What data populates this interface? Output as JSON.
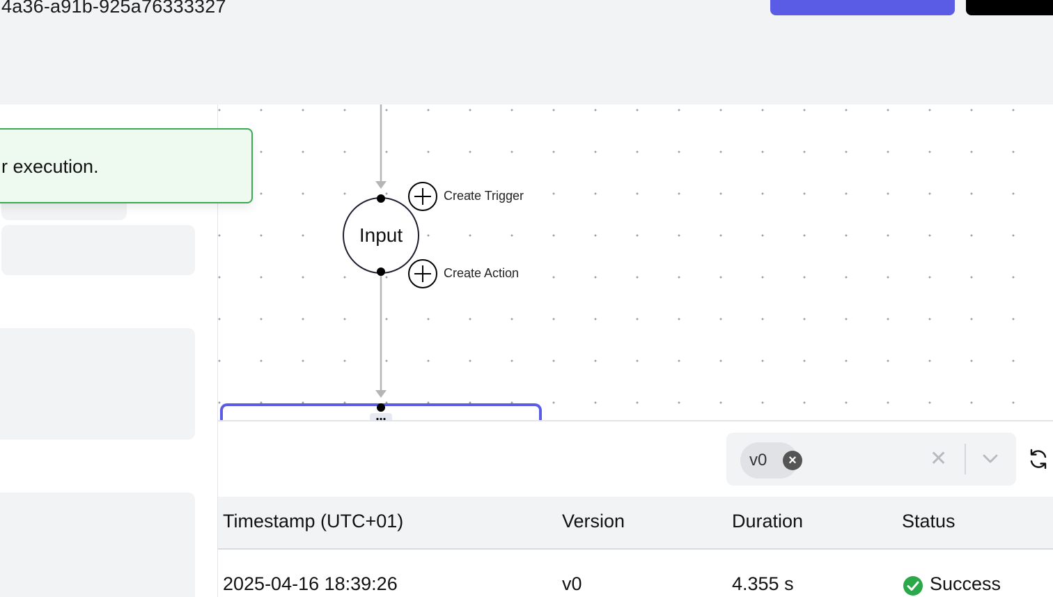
{
  "header": {
    "workflow_id": "4a36-a91b-925a76333327"
  },
  "toast": {
    "message": "r execution."
  },
  "canvas": {
    "input_node_label": "Input",
    "create_trigger_label": "Create Trigger",
    "create_action_label": "Create Action"
  },
  "executions": {
    "filter": {
      "chip_label": "v0"
    },
    "columns": [
      "Timestamp (UTC+01)",
      "Version",
      "Duration",
      "Status"
    ],
    "rows": [
      {
        "timestamp": "2025-04-16 18:39:26",
        "version": "v0",
        "duration": "4.355 s",
        "status": "Success"
      }
    ]
  },
  "colors": {
    "accent": "#5b5ce6",
    "success": "#2aa84a",
    "toast_border": "#3aaa52"
  },
  "icons": [
    "plus-circle-icon",
    "close-circle-icon",
    "clear-icon",
    "chevron-down-icon",
    "refresh-icon",
    "check-circle-icon",
    "drag-handle-icon"
  ]
}
